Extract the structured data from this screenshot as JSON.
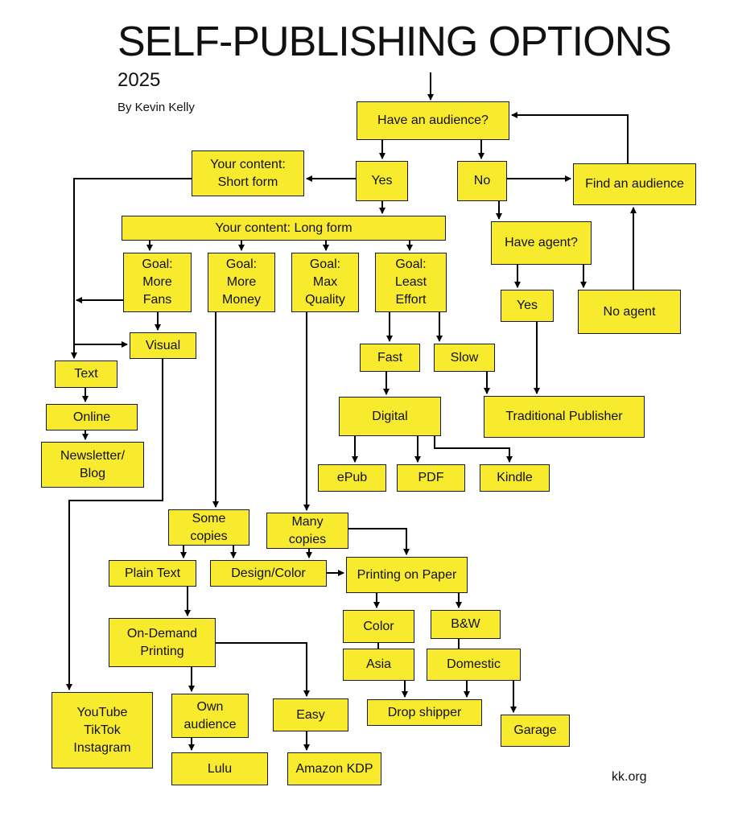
{
  "header": {
    "title": "SELF-PUBLISHING OPTIONS",
    "year": "2025",
    "author": "By Kevin Kelly"
  },
  "footer": {
    "site": "kk.org"
  },
  "colors": {
    "box_fill": "#f8ea2d",
    "line": "#000000"
  },
  "nodes": {
    "have_audience": "Have an audience?",
    "yes_audience": "Yes",
    "no_audience": "No",
    "find_audience": "Find an audience",
    "short_form": "Your content:\nShort form",
    "long_form": "Your content: Long form",
    "have_agent": "Have agent?",
    "yes_agent": "Yes",
    "no_agent": "No agent",
    "goal_fans": "Goal:\nMore\nFans",
    "goal_money": "Goal:\nMore\nMoney",
    "goal_quality": "Goal:\nMax\nQuality",
    "goal_effort": "Goal:\nLeast\nEffort",
    "visual": "Visual",
    "text": "Text",
    "online": "Online",
    "newsletter_blog": "Newsletter/\nBlog",
    "fast": "Fast",
    "slow": "Slow",
    "digital": "Digital",
    "traditional_publisher": "Traditional Publisher",
    "epub": "ePub",
    "pdf": "PDF",
    "kindle": "Kindle",
    "some_copies": "Some\ncopies",
    "many_copies": "Many\ncopies",
    "plain_text": "Plain Text",
    "design_color": "Design/Color",
    "printing_paper": "Printing on Paper",
    "color": "Color",
    "bw": "B&W",
    "asia": "Asia",
    "domestic": "Domestic",
    "on_demand_printing": "On-Demand\nPrinting",
    "own_audience": "Own\naudience",
    "easy": "Easy",
    "lulu": "Lulu",
    "amazon_kdp": "Amazon KDP",
    "drop_shipper": "Drop shipper",
    "garage": "Garage",
    "social_platforms": "YouTube\nTikTok\nInstagram"
  }
}
